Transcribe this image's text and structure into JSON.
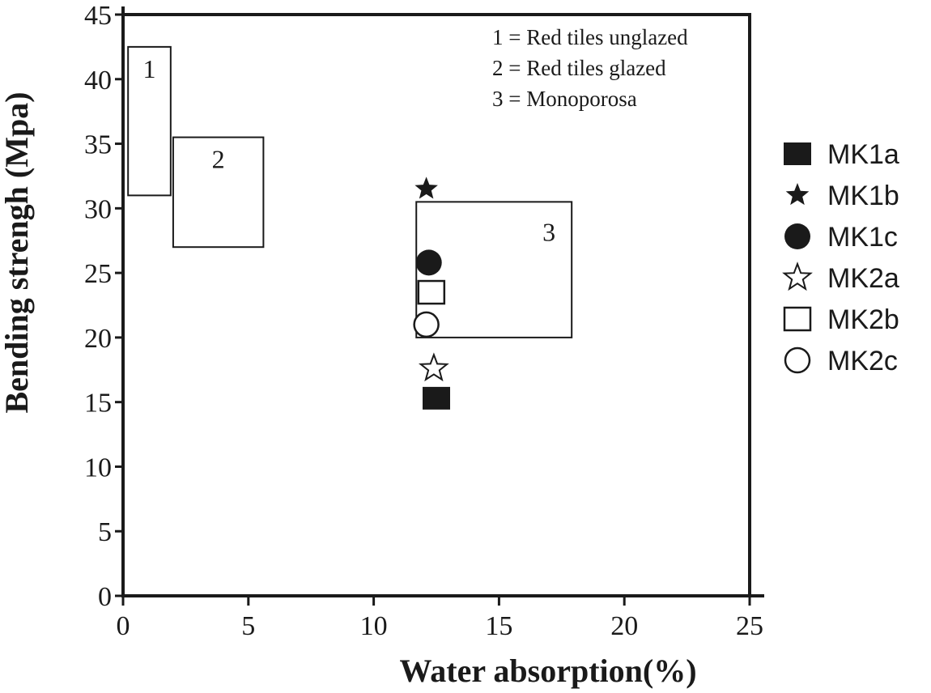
{
  "chart_data": {
    "type": "scatter",
    "xlabel": "Water absorption(%)",
    "ylabel": "Bending strengh (Mpa)",
    "xlim": [
      0,
      25
    ],
    "ylim": [
      0,
      45
    ],
    "xticks": [
      0,
      5,
      10,
      15,
      20,
      25
    ],
    "yticks": [
      0,
      5,
      10,
      15,
      20,
      25,
      30,
      35,
      40,
      45
    ],
    "grid": false,
    "legend_position": "right",
    "regions": [
      {
        "label": "1",
        "x": [
          0.2,
          1.9
        ],
        "y": [
          31.0,
          42.5
        ]
      },
      {
        "label": "2",
        "x": [
          2.0,
          5.6
        ],
        "y": [
          27.0,
          35.5
        ]
      },
      {
        "label": "3",
        "x": [
          11.7,
          17.9
        ],
        "y": [
          20.0,
          30.5
        ]
      }
    ],
    "notes": [
      "1 = Red tiles unglazed",
      "2 = Red tiles glazed",
      "3 = Monoporosa"
    ],
    "series": [
      {
        "name": "MK1a",
        "marker": "filled-square",
        "x": 12.5,
        "y": 15.3
      },
      {
        "name": "MK1b",
        "marker": "filled-star",
        "x": 12.1,
        "y": 31.5
      },
      {
        "name": "MK1c",
        "marker": "filled-circle",
        "x": 12.2,
        "y": 25.8
      },
      {
        "name": "MK2a",
        "marker": "open-star",
        "x": 12.4,
        "y": 17.6
      },
      {
        "name": "MK2b",
        "marker": "open-square",
        "x": 12.3,
        "y": 23.5
      },
      {
        "name": "MK2c",
        "marker": "open-circle",
        "x": 12.1,
        "y": 21.0
      }
    ],
    "colors": {
      "ink": "#1a1a1a",
      "background": "#ffffff"
    }
  }
}
